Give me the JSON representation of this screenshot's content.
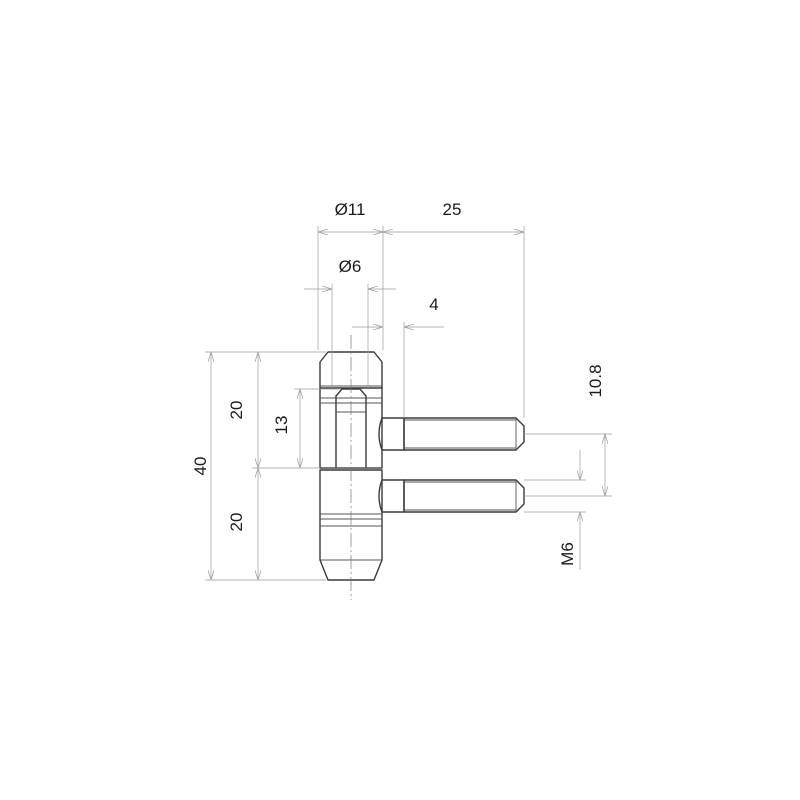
{
  "dimensions": {
    "outer_diameter": "Ø11",
    "pin_length": "25",
    "inner_diameter": "Ø6",
    "offset": "4",
    "overall_height": "40",
    "upper_height": "20",
    "lower_height": "20",
    "insert_depth": "13",
    "pin_spacing": "10.8",
    "thread": "M6"
  }
}
